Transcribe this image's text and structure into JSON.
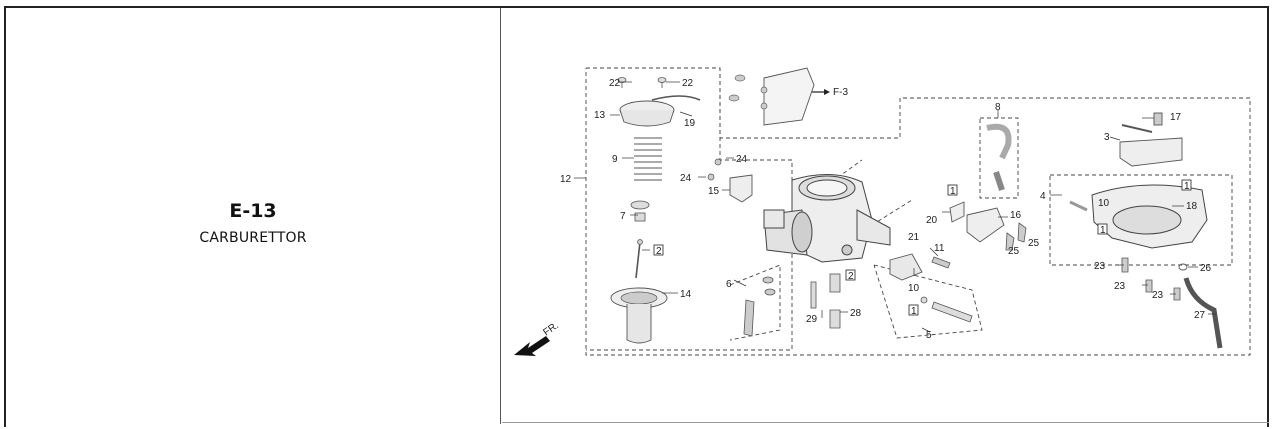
{
  "section": {
    "code": "E-13",
    "name": "CARBURETTOR"
  },
  "diagram": {
    "front_label": "FR.",
    "ref_label": "F-3",
    "callouts": [
      "1",
      "2",
      "3",
      "4",
      "5",
      "6",
      "7",
      "8",
      "9",
      "10",
      "11",
      "12",
      "13",
      "14",
      "15",
      "16",
      "17",
      "18",
      "19",
      "20",
      "21",
      "22",
      "23",
      "24",
      "25",
      "26",
      "27",
      "28",
      "29"
    ]
  }
}
